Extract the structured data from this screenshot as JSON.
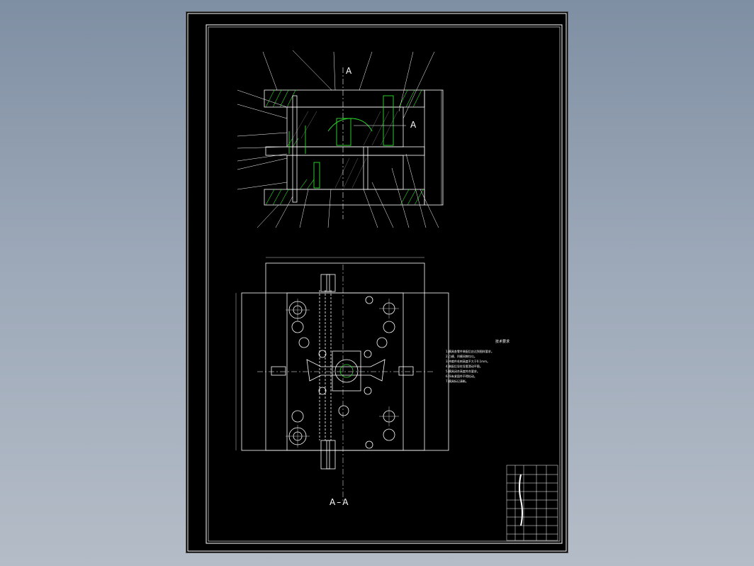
{
  "drawing": {
    "section_marker_top": "A",
    "section_marker_side": "A",
    "section_view_label": "A–A",
    "notes_title": "技术要求",
    "notes": [
      "1.模具各零件装配后应达到图样要求。",
      "2.凸模、凹模间隙均匀。",
      "3.冲裁件毛刺高度不大于0.1mm。",
      "4.装配后导柱导套滑动平稳。",
      "5.模具闭合高度符合要求。",
      "6.所有紧固件不得松动。",
      "7.模具标记清晰。"
    ]
  },
  "colors": {
    "background": "#000000",
    "lines": "#ffffff",
    "highlight": "#2ee02e",
    "window_bg": "#8e9aab"
  }
}
